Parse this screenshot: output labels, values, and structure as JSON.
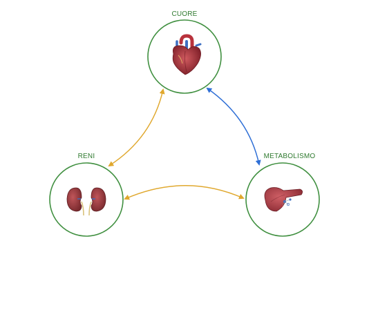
{
  "colors": {
    "node_border": "#3f8f3f",
    "label": "#2f7a2f",
    "arrow_amber": "#e0a82e",
    "arrow_blue": "#2f6fd6",
    "heart_red": "#a8303a",
    "kidney_red": "#9c3a3e",
    "pancreas_red": "#b0404a"
  },
  "nodes": {
    "cuore": {
      "label": "CUORE",
      "icon": "heart-icon"
    },
    "reni": {
      "label": "RENI",
      "icon": "kidneys-icon"
    },
    "metabolismo": {
      "label": "METABOLISMO",
      "icon": "pancreas-icon"
    }
  },
  "connections": [
    {
      "from": "reni",
      "to": "cuore",
      "color": "amber",
      "direction": "bidirectional"
    },
    {
      "from": "cuore",
      "to": "metabolismo",
      "color": "blue",
      "direction": "bidirectional"
    },
    {
      "from": "reni",
      "to": "metabolismo",
      "color": "amber",
      "direction": "bidirectional"
    }
  ]
}
